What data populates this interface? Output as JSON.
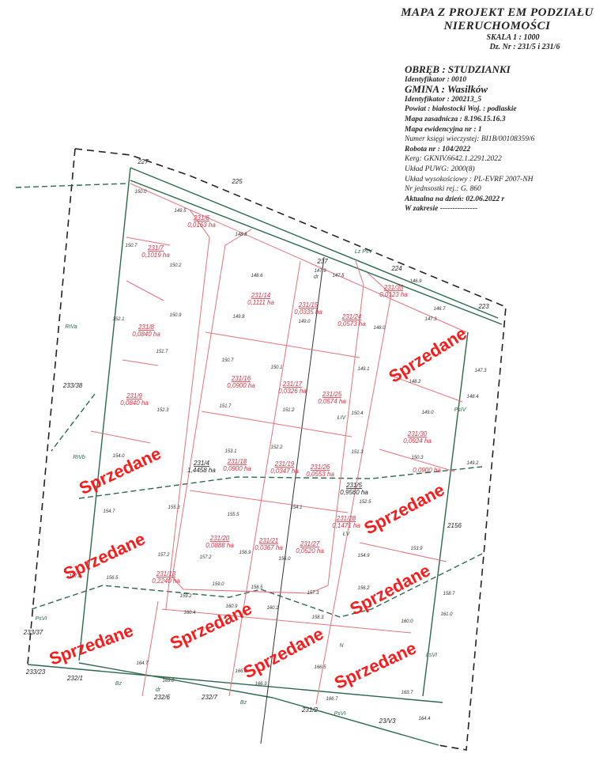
{
  "header": {
    "title_line1": "MAPA  Z  PROJEKT EM PODZIAŁU",
    "title_line2": "NIERUCHOMOŚCI",
    "scale": "SKALA    1 :  1000",
    "parcels": "Dz. Nr :  231/5 i 231/6"
  },
  "meta": {
    "obreb": "OBRĘB : STUDZIANKI",
    "obreb_id": "Identyfikator : 0010",
    "gmina": "GMINA : Wasilków",
    "gmina_id": "Identyfikator : 200213_5",
    "powiat": "Powiat :   białostocki   Woj. : podlaskie",
    "mapa_zasadnicza": "Mapa zasadnicza : 8.196.15.16.3",
    "mapa_ewidencyjna": "Mapa ewidencyjna nr : 1",
    "ksiega": "Numer księgi wieczystej: BI1B/00108359/6",
    "robota": "Robota nr :  104/2022",
    "kerg": "Kerg: GKNIV.6642.1.2291.2022",
    "uklad": "Układ PUWG: 2000(8)",
    "uklad_wys": "Układ wysokościowy : PL-EVRF 2007-NH",
    "jednostka": "Nr jednsostki rej.: G. 860",
    "aktualna": "Aktualna na dzień:  02.06.2022 r",
    "zakres": "W zakresie   ---------------"
  },
  "colors": {
    "parcel_lines": "#e8707a",
    "boundary": "#2a6a4a",
    "sold_stamp": "#ff1a1a",
    "labels": "#e03040"
  },
  "parcels": [
    {
      "id": "231/6",
      "area": "0,0163 ha"
    },
    {
      "id": "231/7",
      "area": "0,1019 ha"
    },
    {
      "id": "231/14",
      "area": "0,1111 ha"
    },
    {
      "id": "231/15",
      "area": "0,0335 ha"
    },
    {
      "id": "231/24",
      "area": "0,0573 ha"
    },
    {
      "id": "231/35",
      "area": "0,0123 ha"
    },
    {
      "id": "231/8",
      "area": "0,0840 ha"
    },
    {
      "id": "231/16",
      "area": "0,0900 ha"
    },
    {
      "id": "231/17",
      "area": "0,0326 ha"
    },
    {
      "id": "231/25",
      "area": "0,0574 ha"
    },
    {
      "id": "231/9",
      "area": "0,0840 ha"
    },
    {
      "id": "231/30",
      "area": "0,0924 ha"
    },
    {
      "id": "231/18",
      "area": "0,0900 ha"
    },
    {
      "id": "231/19",
      "area": "0,0347 ha"
    },
    {
      "id": "231/26",
      "area": "0,0553 ha"
    },
    {
      "id": "",
      "area": "0,0900 ha"
    },
    {
      "id": "231/28",
      "area": "0,1471 ha"
    },
    {
      "id": "231/20",
      "area": "0,0888 ha"
    },
    {
      "id": "231/21",
      "area": "0,0367 ha"
    },
    {
      "id": "231/27",
      "area": "0,0520 ha"
    },
    {
      "id": "231/13",
      "area": "0,2240 ha"
    }
  ],
  "existing_parcels": [
    {
      "id": "231/4",
      "area": "1,4458 ha"
    },
    {
      "id": "231/5",
      "area": "0,9560 ha"
    }
  ],
  "neighbors": [
    "227",
    "225",
    "237",
    "224",
    "223",
    "233/38",
    "2156",
    "233/23",
    "232/1",
    "232/6",
    "232/7",
    "231/2",
    "23/V3",
    "233/37"
  ],
  "land_use": [
    "Lz PsV",
    "RIVa",
    "RIVb",
    "ŁIV",
    "PsIV",
    "ŁV",
    "LsVI",
    "PsVI",
    "Bz",
    "Bz",
    "PsVI",
    "N",
    "dr",
    "dr"
  ],
  "elevations": [
    "150.0",
    "149.5",
    "148.8",
    "147.9",
    "147.5",
    "146.9",
    "146.7",
    "150.7",
    "150.2",
    "148.6",
    "152.1",
    "150.9",
    "149.8",
    "149.0",
    "148.0",
    "147.3",
    "151.7",
    "150.7",
    "150.1",
    "149.1",
    "148.2",
    "147.3",
    "152.3",
    "151.7",
    "151.2",
    "150.4",
    "149.0",
    "148.4",
    "154.0",
    "153.1",
    "152.2",
    "151.3",
    "150.3",
    "149.2",
    "154.7",
    "155.3",
    "155.5",
    "154.1",
    "152.5",
    "156.5",
    "157.2",
    "157.2",
    "156.9",
    "156.0",
    "154.9",
    "153.9",
    "157.6",
    "159.0",
    "158.5",
    "157.3",
    "156.2",
    "158.7",
    "159.2",
    "160.4",
    "160.9",
    "160.1",
    "158.3",
    "160.0",
    "161.0",
    "164.7",
    "169.0",
    "166.8",
    "166.3",
    "166.5",
    "166.7",
    "163.7",
    "164.4"
  ],
  "stamps": [
    "Sprzedane",
    "Sprzedane",
    "Sprzedane",
    "Sprzedane",
    "Sprzedane",
    "Sprzedane",
    "Sprzedane",
    "Sprzedane",
    "Sprzedane"
  ]
}
